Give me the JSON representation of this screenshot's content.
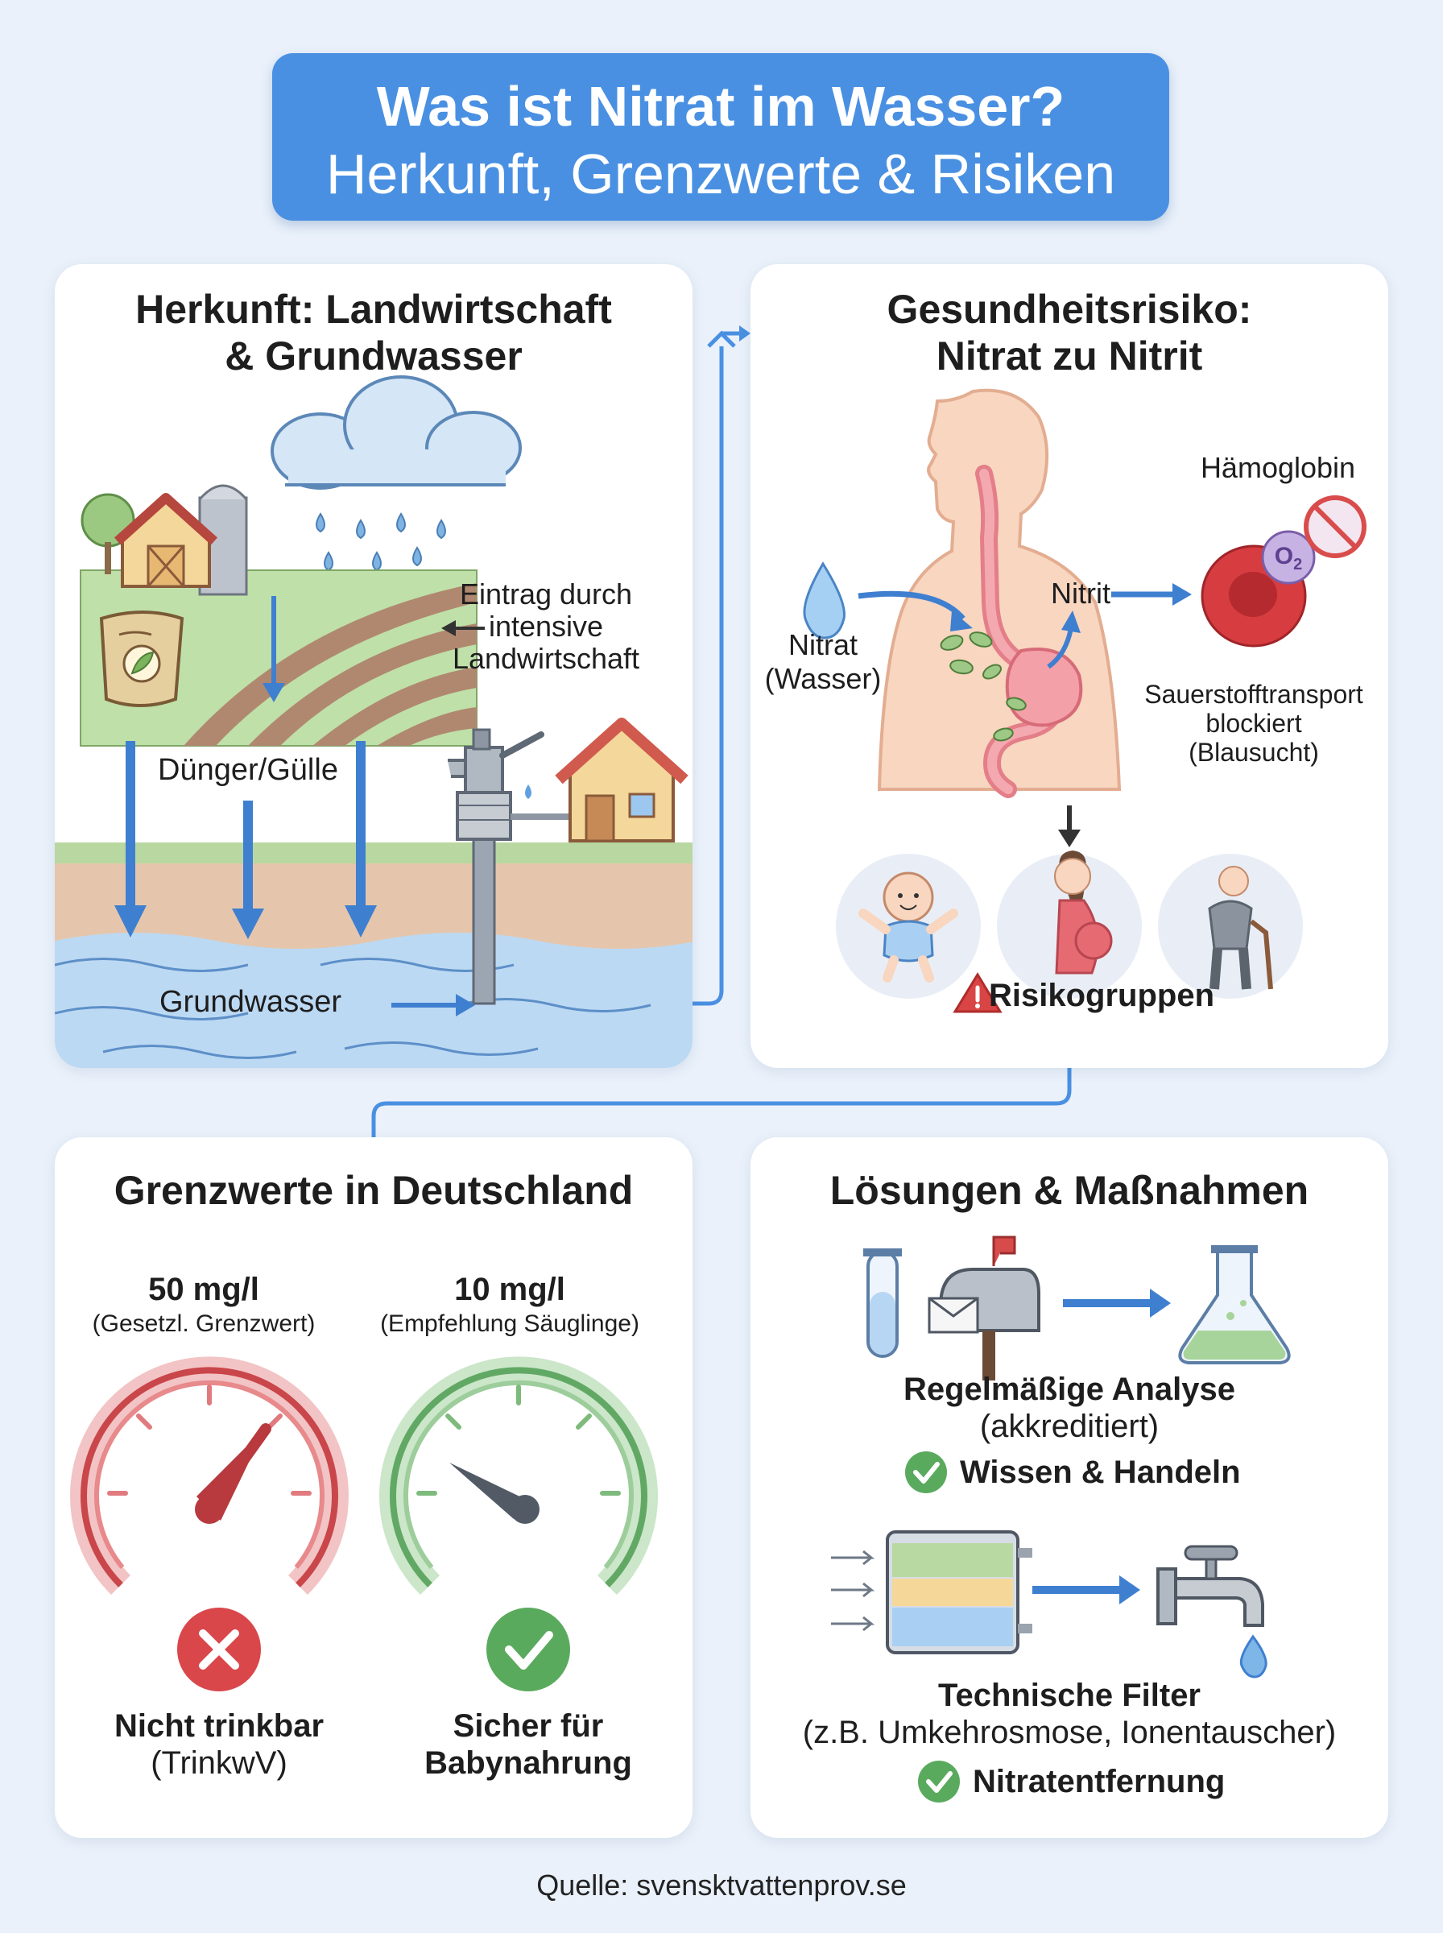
{
  "title": {
    "line1": "Was ist Nitrat im Wasser?",
    "line2": "Herkunft, Grenzwerte & Risiken"
  },
  "herkunft": {
    "title_line1": "Herkunft: Landwirtschaft",
    "title_line2": "& Grundwasser",
    "eintrag_line1": "Eintrag durch",
    "eintrag_line2": "intensive",
    "eintrag_line3": "Landwirtschaft",
    "duenger_label": "Dünger/Gülle",
    "grundwasser_label": "Grundwasser"
  },
  "risiko": {
    "title_line1": "Gesundheitsrisiko:",
    "title_line2": "Nitrat zu Nitrit",
    "haemoglobin_label": "Hämoglobin",
    "o2_label": "O",
    "o2_sub": "2",
    "nitrit_label": "Nitrit",
    "nitrat_line1": "Nitrat",
    "nitrat_line2": "(Wasser)",
    "sauerstoff_line1": "Sauerstofftransport",
    "sauerstoff_line2": "blockiert",
    "sauerstoff_line3": "(Blausucht)",
    "risikogruppen_label": "Risikogruppen"
  },
  "grenzwerte": {
    "title": "Grenzwerte in Deutschland",
    "left_value": "50 mg/l",
    "left_note": "(Gesetzl. Grenzwert)",
    "left_status_line1": "Nicht trinkbar",
    "left_status_line2": "(TrinkwV)",
    "right_value": "10 mg/l",
    "right_note": "(Empfehlung Säuglinge)",
    "right_status_line1": "Sicher für",
    "right_status_line2": "Babynahrung"
  },
  "loesungen": {
    "title": "Lösungen & Maßnahmen",
    "analyse_line1": "Regelmäßige Analyse",
    "analyse_line2": "(akkreditiert)",
    "analyse_check": "Wissen & Handeln",
    "filter_line1": "Technische Filter",
    "filter_line2": "(z.B. Umkehrosmose, Ionentauscher)",
    "filter_check": "Nitratentfernung"
  },
  "source": "Quelle: svensktvattenprov.se",
  "colors": {
    "accent_blue": "#4a90e2",
    "danger_red": "#d9474b",
    "safe_green": "#5aaa5e"
  }
}
